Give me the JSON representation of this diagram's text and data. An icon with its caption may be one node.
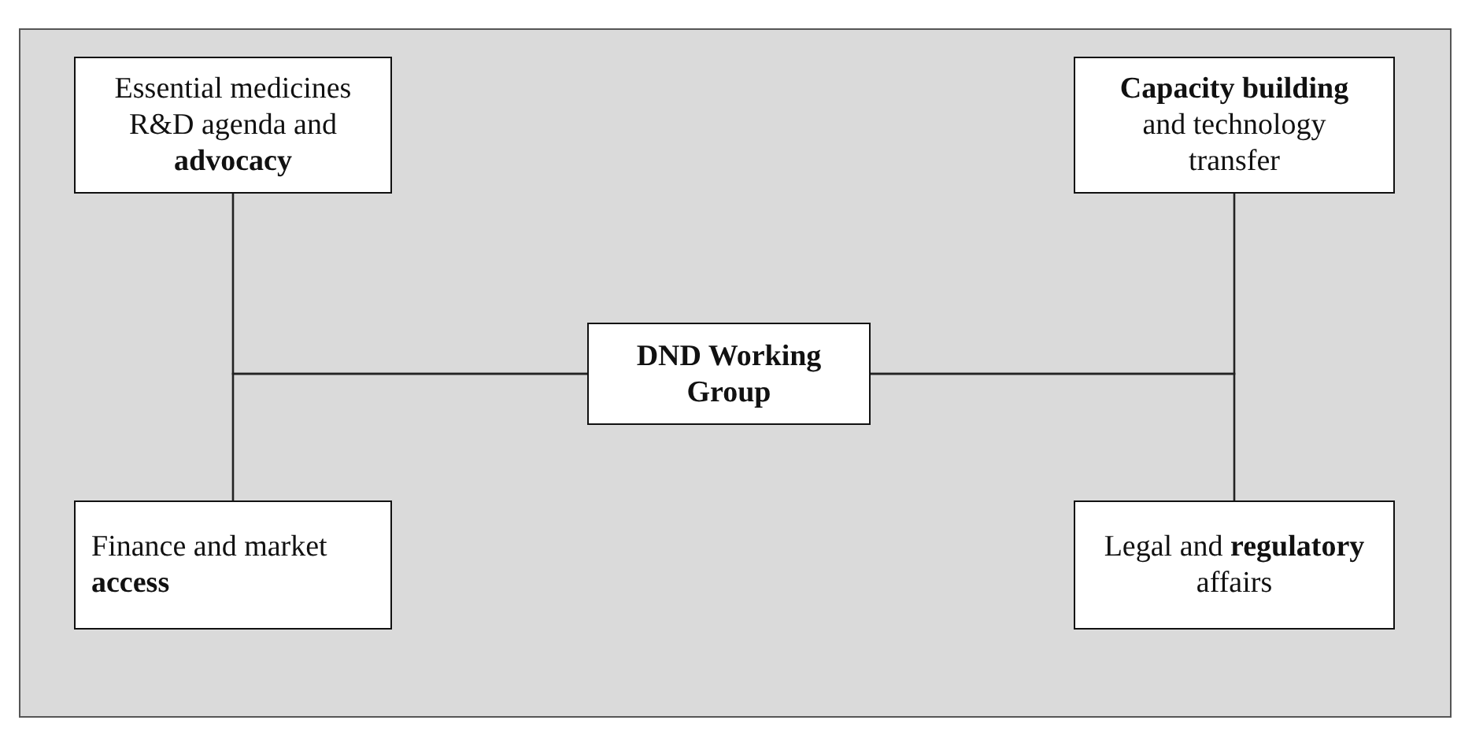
{
  "diagram": {
    "nodes": [
      {
        "text": [
          "Essential medicines R&D agenda and **advocacy**"
        ]
      },
      {
        "text": [
          "**Capacity building** and technology transfer"
        ]
      },
      {
        "text": [
          "DND Working Group"
        ]
      },
      {
        "text": [
          "Finance and market **access**"
        ]
      },
      {
        "text": [
          "Legal and **regulatory** affairs"
        ]
      }
    ],
    "edges": [
      {
        "from": 2,
        "to": 0,
        "arrow": "none"
      },
      {
        "from": 2,
        "to": 3,
        "arrow": "none"
      },
      {
        "from": 2,
        "to": 1,
        "arrow": "none"
      },
      {
        "from": 2,
        "to": 4,
        "arrow": "none"
      }
    ]
  }
}
